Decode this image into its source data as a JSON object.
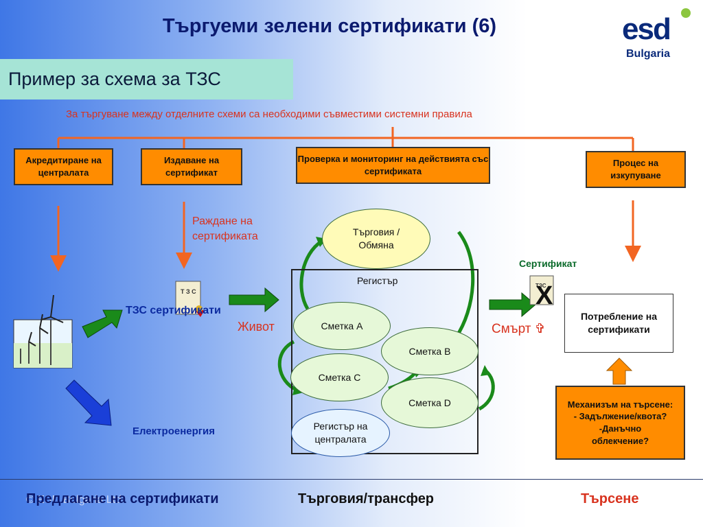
{
  "title": "Търгуеми  зелени  сертификати   (6)",
  "logo": {
    "main": "esd",
    "sub": "Bulgaria"
  },
  "subtitle": "Пример за схема за ТЗС",
  "rule_text": "За търгуване между отделните схеми са необходими съвместими системни правила",
  "boxes": {
    "accreditation": "Акредитиране на централата",
    "issuance": "Издаване на сертификат",
    "verification": "Проверка и мониторинг на действията със сертификата",
    "redemption": "Процес на изкупуване",
    "consumption": "Потребление на сертификати",
    "demand_title": "Механизъм на търсене:",
    "demand_line1": "- Задължение/квота?",
    "demand_line2": "-Данъчно облекчение?"
  },
  "labels": {
    "birth": "Раждане на сертификата",
    "tzs_certs": "ТЗС сертификати",
    "life": "Живот",
    "death": "Смърт ✞",
    "certificate": "Сертификат",
    "electricity": "Електроенергия",
    "registry": "Регистър",
    "scroll_text": "Т З С",
    "scroll_text2": "ТЗС",
    "cross": "X"
  },
  "ellipses": {
    "trade": "Търговия / Обмяна",
    "acc_a": "Сметка А",
    "acc_b": "Сметка В",
    "acc_c": "Сметка С",
    "acc_d": "Сметка D",
    "central": "Регистър на централата"
  },
  "footer": {
    "supply": "Предлагане на сертификати",
    "trade": "Търговия/трансфер",
    "demand": "Търсене",
    "copyright": "© ESD Bulgaria Ltd"
  },
  "colors": {
    "orange": "#ff8c00",
    "arrow_orange": "#f26522",
    "green_arrow": "#1a8a1a",
    "blue_arrow": "#1a3fd8",
    "title": "#0b1a6e"
  }
}
